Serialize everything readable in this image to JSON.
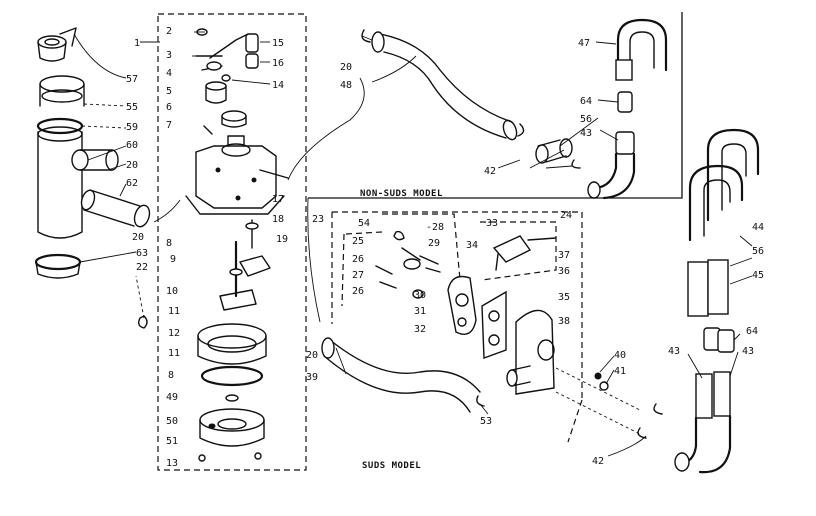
{
  "titles": {
    "non_suds": "NON-SUDS MODEL",
    "suds": "SUDS MODEL"
  },
  "labels": {
    "l1": "1",
    "l2": "2",
    "l3": "3",
    "l4": "4",
    "l5": "5",
    "l6": "6",
    "l7": "7",
    "l8a": "8",
    "l8b": "8",
    "l9": "9",
    "l10": "10",
    "l11a": "11",
    "l11b": "11",
    "l12": "12",
    "l13": "13",
    "l14": "14",
    "l15": "15",
    "l16": "16",
    "l17": "17",
    "l18": "18",
    "l19": "19",
    "l20a": "20",
    "l20b": "20",
    "l20c": "20",
    "l20d": "20",
    "l22": "22",
    "l23": "23",
    "l24": "24",
    "l25": "25",
    "l26a": "26",
    "l26b": "26",
    "l27": "27",
    "l28": "-28",
    "l29": "29",
    "l30": "30",
    "l31": "31",
    "l32": "32",
    "l33": "33",
    "l34": "34",
    "l35": "35",
    "l36": "36",
    "l37": "37",
    "l38": "38",
    "l39": "39",
    "l40": "40",
    "l41": "41",
    "l42a": "42",
    "l42b": "42",
    "l43a": "43",
    "l43b": "43",
    "l43c": "43",
    "l44": "44",
    "l45": "45",
    "l47": "47",
    "l48": "48",
    "l49": "49",
    "l50": "50",
    "l51": "51",
    "l53": "53",
    "l54": "54",
    "l55": "55",
    "l56a": "56",
    "l56b": "56",
    "l57": "57",
    "l59": "59",
    "l60": "60",
    "l62": "62",
    "l63": "63",
    "l64a": "64",
    "l64b": "64"
  }
}
